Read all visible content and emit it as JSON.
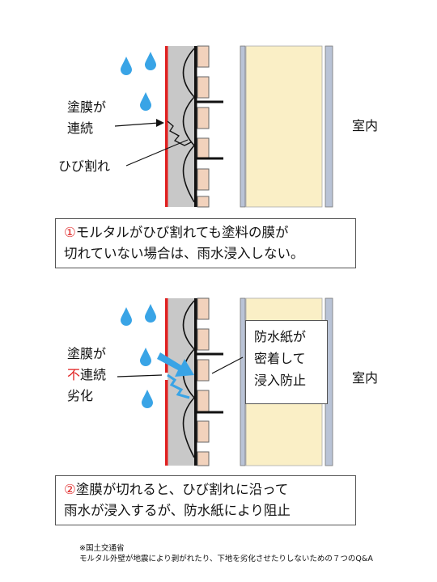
{
  "diagram1": {
    "label_coating": "塗膜が",
    "label_continuous": "連続",
    "label_crack": "ひび割れ",
    "label_room": "室内",
    "caption_num": "①",
    "caption_line1": "モルタルがひび割れても塗料の膜が",
    "caption_line2": "切れていない場合は、雨水浸入しない。"
  },
  "diagram2": {
    "label_coating": "塗膜が",
    "label_dis": "不",
    "label_continuous": "連続",
    "label_deteriorate": "劣化",
    "label_room": "室内",
    "box_line1": "防水紙が",
    "box_line2": "密着して",
    "box_line3": "浸入防止",
    "caption_num": "②",
    "caption_line1": "塗膜が切れると、ひび割れに沿って",
    "caption_line2": "雨水が浸入するが、防水紙により阻止"
  },
  "footer": {
    "line1": "※国土交通省",
    "line2": "モルタル外壁が地震により剥がれたり、下地を劣化させたりしないための７つのQ&A"
  },
  "colors": {
    "coating": "#e02020",
    "mortar": "#c8c8c8",
    "lath": "#f2d2bc",
    "insulation": "#faefc6",
    "water": "#39a4e6",
    "board": "#b9c3d6"
  }
}
